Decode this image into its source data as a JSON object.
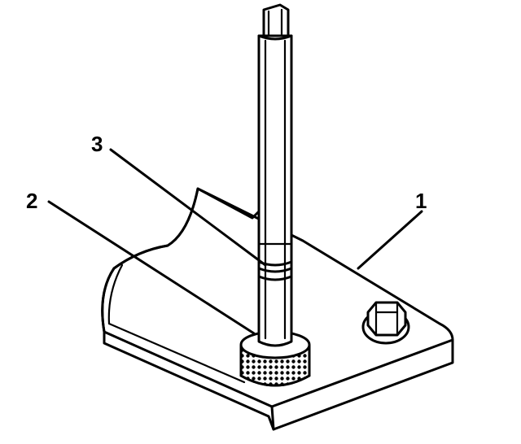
{
  "callouts": [
    {
      "label": "1"
    },
    {
      "label": "2"
    },
    {
      "label": "3"
    }
  ]
}
